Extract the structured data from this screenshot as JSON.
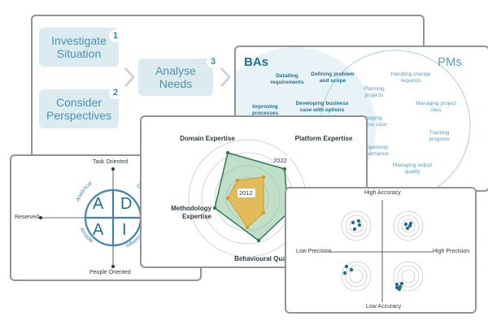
{
  "process": {
    "steps": [
      {
        "label": "Investigate Situation",
        "num": "1"
      },
      {
        "label": "Consider Perspectives",
        "num": "2"
      },
      {
        "label": "Analyse Needs",
        "num": "3"
      }
    ]
  },
  "venn": {
    "ba_title": "BAs",
    "pm_title": "PMs",
    "ba_items": [
      "Detailing requirements",
      "Defining problem and scope",
      "Developing business case with options",
      "Improving processes"
    ],
    "pm_items": [
      "Handling change requests",
      "Planning projects",
      "Managing project risks",
      "Managing business case",
      "Tracking progress",
      "Organising governance",
      "Managing output quality"
    ]
  },
  "adai": {
    "letters": [
      "A",
      "D",
      "A",
      "I"
    ],
    "top": "Task Oriented",
    "bottom": "People Oriented",
    "left": "Reserved",
    "arcs": [
      "Analytical",
      "Driving",
      "Amiable",
      "Influencing"
    ]
  },
  "radar": {
    "axes": [
      "Domain Expertise",
      "Platform Expertise",
      "Methodology Expertise",
      "Behavioural Qualities"
    ],
    "series": [
      {
        "name": "2022",
        "color": "#2f7a4f",
        "fill": "#8cc49a"
      },
      {
        "name": "2012",
        "color": "#d9a53a",
        "fill": "#e7b84e"
      }
    ]
  },
  "target": {
    "top": "High Accuracy",
    "bottom": "Low Accuracy",
    "left": "Low Precision",
    "right": "High Precision",
    "dot_color": "#1f6f95"
  }
}
